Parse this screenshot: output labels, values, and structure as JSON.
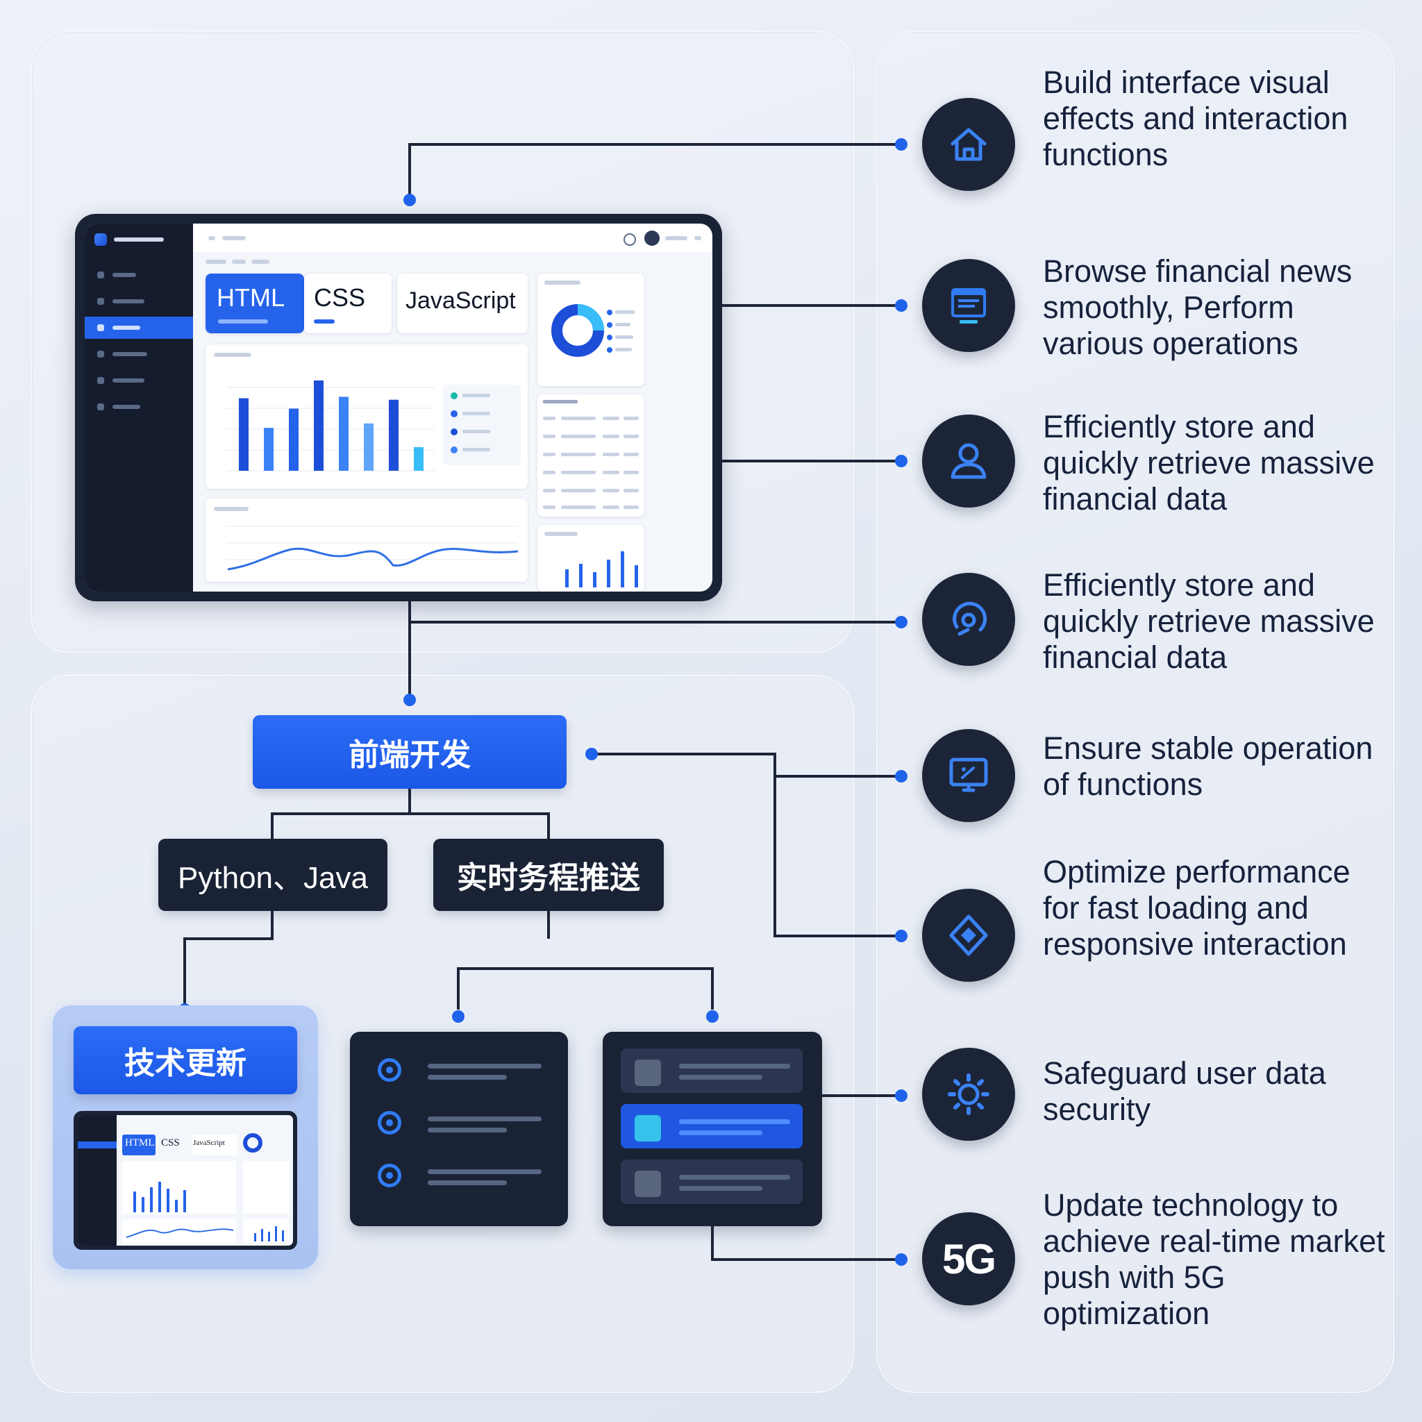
{
  "monitor": {
    "tabs": [
      "HTML",
      "CSS",
      "JavaScript"
    ],
    "bar_chart_values": [
      98,
      58,
      84,
      122,
      100,
      64,
      96,
      32
    ]
  },
  "nodes": {
    "frontend": "前端开发",
    "backend_langs": "Python、Java",
    "realtime_push": "实时务程推送",
    "tech_update": "技术更新"
  },
  "mini_preview": {
    "tabs": [
      "HTML",
      "CSS",
      "JavaScript"
    ]
  },
  "features": [
    {
      "icon": "house-icon",
      "text": "Build interface visual effects and interaction functions"
    },
    {
      "icon": "browser-window-icon",
      "text": "Browse financial news smoothly, Perform various operations"
    },
    {
      "icon": "user-icon",
      "text": "Efficiently store and quickly retrieve massive financial data"
    },
    {
      "icon": "data-cycle-icon",
      "text": "Efficiently store and quickly retrieve massive financial data"
    },
    {
      "icon": "monitor-icon",
      "text": "Ensure stable operation of functions"
    },
    {
      "icon": "diamond-icon",
      "text": "Optimize performance for fast loading and responsive interaction"
    },
    {
      "icon": "gear-icon",
      "text": "Safeguard user data security"
    },
    {
      "icon": "5g-badge",
      "text": "Update technology to achieve real-time market push with 5G optimization",
      "badge": "5G"
    }
  ],
  "colors": {
    "accent_blue": "#2563eb",
    "dark_navy": "#1a2235",
    "background": "#e6ecf4"
  }
}
